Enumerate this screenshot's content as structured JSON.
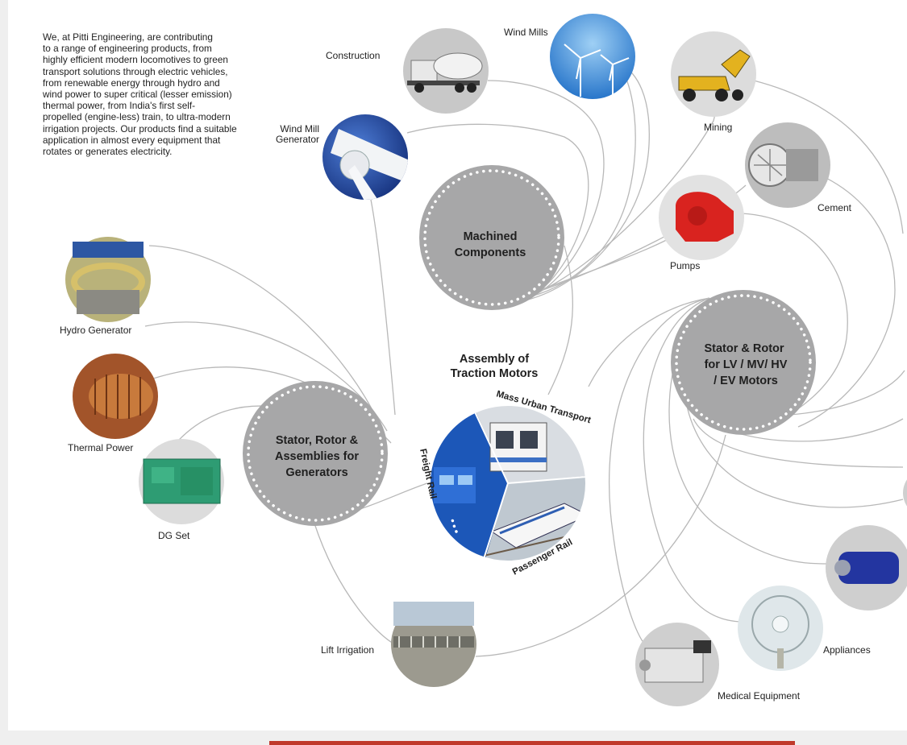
{
  "intro_text": "We, at Pitti Engineering, are contributing\nto a range of engineering products, from\nhighly efficient modern locomotives to green\ntransport solutions through electric vehicles,\nfrom renewable energy through hydro and\nwind power to super critical (lesser emission)\nthermal power, from India's first self-\npropelled (engine-less) train, to ultra-modern\nirrigation projects. Our products find a suitable\napplication in almost every equipment that\nrotates or generates electricity.",
  "hubs": {
    "machined": {
      "line1": "Machined",
      "line2": "Components"
    },
    "stator_generators": {
      "line1": "Stator, Rotor &",
      "line2": "Assemblies for",
      "line3": "Generators"
    },
    "stator_motors": {
      "line1": "Stator & Rotor",
      "line2": "for  LV / MV/ HV",
      "line3": "/ EV Motors"
    },
    "traction": {
      "title": "Assembly of\nTraction Motors",
      "seg_mass": "Mass Urban Transport",
      "seg_freight": "Freight Rail",
      "seg_passenger": "Passenger Rail"
    }
  },
  "applications": {
    "construction": "Construction",
    "wind_mills": "Wind Mills",
    "mining": "Mining",
    "wind_mill_generator": "Wind Mill\nGenerator",
    "cement": "Cement",
    "pumps": "Pumps",
    "hydro_generator": "Hydro Generator",
    "thermal_power": "Thermal Power",
    "dg_set": "DG Set",
    "lift_irrigation": "Lift Irrigation",
    "medical_equipment": "Medical Equipment",
    "appliances": "Appliances"
  },
  "colors": {
    "hub": "#a7a7a8",
    "connector": "#b8b8b8",
    "accent": "#c0392b"
  }
}
